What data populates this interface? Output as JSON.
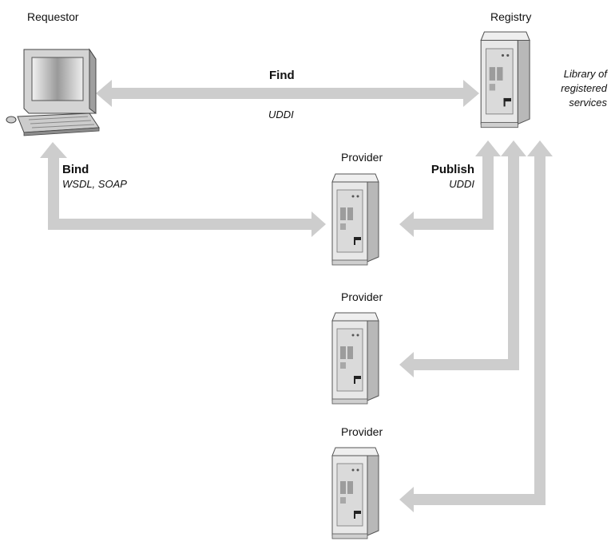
{
  "nodes": {
    "requestor": {
      "label": "Requestor"
    },
    "registry": {
      "label": "Registry",
      "note": [
        "Library of",
        "registered",
        "services"
      ]
    },
    "provider_1": {
      "label": "Provider"
    },
    "provider_2": {
      "label": "Provider"
    },
    "provider_3": {
      "label": "Provider"
    }
  },
  "edges": {
    "find": {
      "label": "Find",
      "protocol": "UDDI"
    },
    "bind": {
      "label": "Bind",
      "protocol": "WSDL, SOAP"
    },
    "publish": {
      "label": "Publish",
      "protocol": "UDDI"
    }
  },
  "colors": {
    "arrow": "#cdcdcd",
    "box_light": "#e6e6e6",
    "box_dark": "#b4b4b4"
  }
}
